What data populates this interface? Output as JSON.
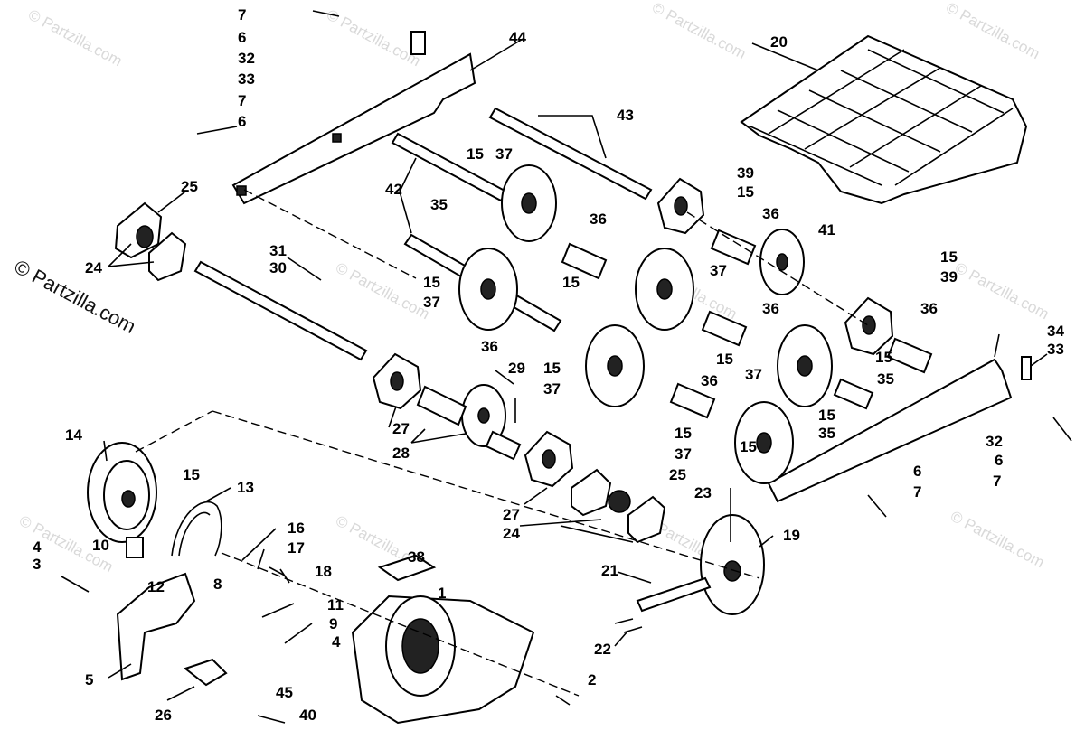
{
  "watermarks": {
    "main": "© Partzilla.com",
    "faint": "© Partzilla.com"
  },
  "labels": {
    "l1": "1",
    "l2": "2",
    "l3": "3",
    "l4a": "4",
    "l4b": "4",
    "l5": "5",
    "l6a": "6",
    "l6b": "6",
    "l6c": "6",
    "l6d": "6",
    "l7a": "7",
    "l7b": "7",
    "l7c": "7",
    "l7d": "7",
    "l8": "8",
    "l9": "9",
    "l10": "10",
    "l11": "11",
    "l12": "12",
    "l13": "13",
    "l14": "14",
    "l15a": "15",
    "l15b": "15",
    "l15c": "15",
    "l15d": "15",
    "l15e": "15",
    "l15f": "15",
    "l15g": "15",
    "l15h": "15",
    "l15i": "15",
    "l15j": "15",
    "l15k": "15",
    "l15l": "15",
    "l16": "16",
    "l17": "17",
    "l18": "18",
    "l19": "19",
    "l20": "20",
    "l21": "21",
    "l22": "22",
    "l23": "23",
    "l24a": "24",
    "l24b": "24",
    "l25a": "25",
    "l25b": "25",
    "l26": "26",
    "l27a": "27",
    "l27b": "27",
    "l28": "28",
    "l29": "29",
    "l30": "30",
    "l31": "31",
    "l32a": "32",
    "l32b": "32",
    "l33a": "33",
    "l33b": "33",
    "l34": "34",
    "l35a": "35",
    "l35b": "35",
    "l35c": "35",
    "l36a": "36",
    "l36b": "36",
    "l36c": "36",
    "l36d": "36",
    "l36e": "36",
    "l36f": "36",
    "l37a": "37",
    "l37b": "37",
    "l37c": "37",
    "l37d": "37",
    "l37e": "37",
    "l37f": "37",
    "l38": "38",
    "l39a": "39",
    "l39b": "39",
    "l40": "40",
    "l41": "41",
    "l42": "42",
    "l43": "43",
    "l44": "44",
    "l45": "45"
  }
}
